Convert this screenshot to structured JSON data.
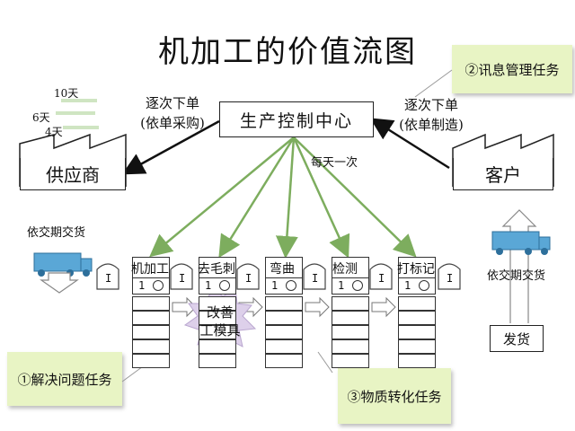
{
  "title": "机加工的价值流图",
  "notes": {
    "info": "②讯息管理任务",
    "problem": "①解决问题任务",
    "material": "③物质转化任务"
  },
  "control_center": "生产控制中心",
  "supplier": {
    "name": "供应商",
    "order_label_1": "逐次下单",
    "order_label_2": "(依单采购)",
    "lead_times": [
      "10天",
      "6天",
      "4天"
    ],
    "delivery": "依交期交货"
  },
  "customer": {
    "name": "客户",
    "order_label_1": "逐次下单",
    "order_label_2": "(依单制造)",
    "delivery": "依交期交货",
    "shipping": "发货"
  },
  "schedule_label": "每天一次",
  "inventory_mark": "I",
  "operator_count": "1",
  "processes": [
    "机加工",
    "去毛刺",
    "弯曲",
    "检测",
    "打标记"
  ],
  "kaizen": {
    "line1": "改善",
    "line2": "工模具"
  }
}
